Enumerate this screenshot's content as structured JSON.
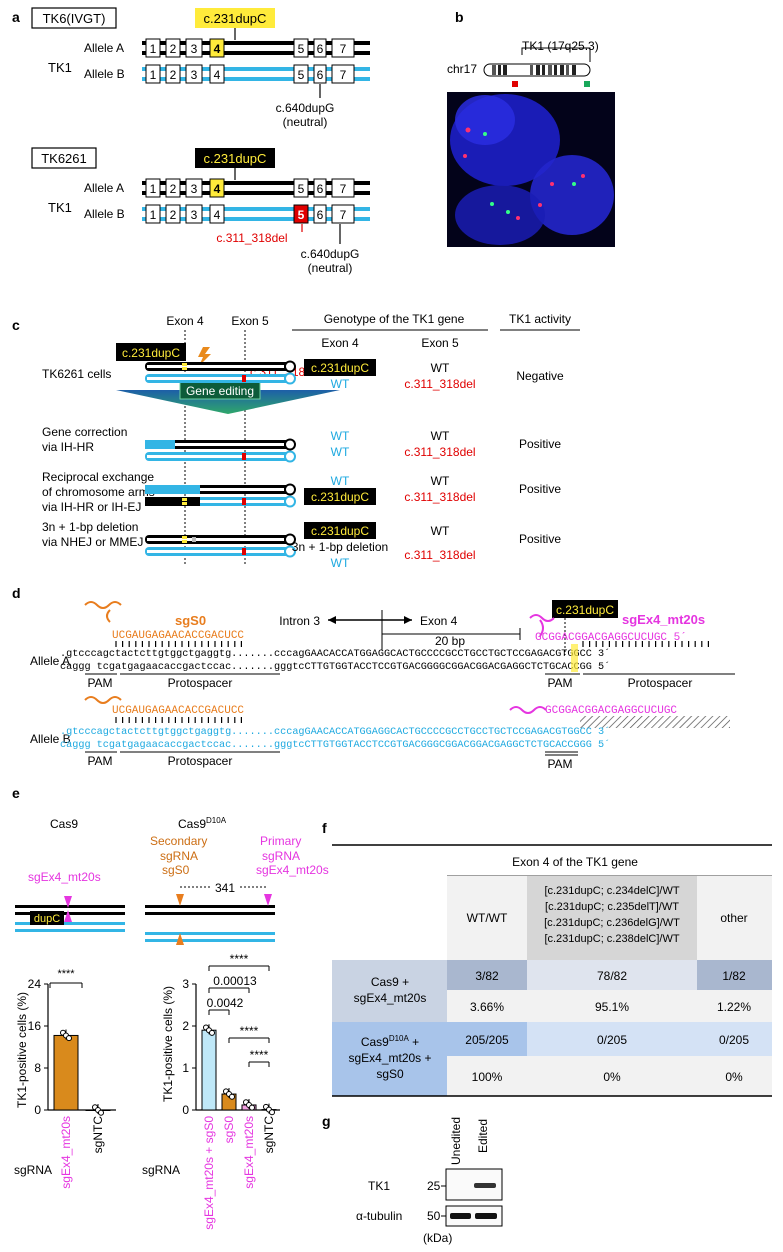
{
  "panels": {
    "a": "a",
    "b": "b",
    "c": "c",
    "d": "d",
    "e": "e",
    "f": "f",
    "g": "g"
  },
  "a": {
    "top": {
      "cell_line": "TK6(IVGT)",
      "mutation": "c.231dupC",
      "gene": "TK1",
      "allele_a": "Allele A",
      "allele_b": "Allele B",
      "neutral_mut": "c.640dupG",
      "neutral_note": "(neutral)",
      "exons": [
        "1",
        "2",
        "3",
        "4",
        "5",
        "6",
        "7"
      ]
    },
    "bottom": {
      "cell_line": "TK6261",
      "mutation": "c.231dupC",
      "gene": "TK1",
      "allele_a": "Allele A",
      "allele_b": "Allele B",
      "del_mut": "c.311_318del",
      "neutral_mut": "c.640dupG",
      "neutral_note": "(neutral)",
      "exons": [
        "1",
        "2",
        "3",
        "4",
        "5",
        "6",
        "7"
      ]
    }
  },
  "b": {
    "locus": "TK1 (17q25.3)",
    "chrom": "chr17"
  },
  "c": {
    "exon4": "Exon 4",
    "exon5": "Exon 5",
    "geno_header": "Genotype of the TK1 gene",
    "activity_header": "TK1 activity",
    "col_exon4": "Exon 4",
    "col_exon5": "Exon 5",
    "mut_label": "c.231dupC",
    "del_label": "c.311_318del",
    "gene_editing": "Gene editing",
    "rows": [
      {
        "label1": "TK6261 cells",
        "label2": "",
        "label3": "",
        "e4_top": "c.231dupC",
        "e4_bottom": "WT",
        "e5_top": "WT",
        "e5_bottom": "c.311_318del",
        "activity": "Negative"
      },
      {
        "label1": "Gene correction",
        "label2": "via IH-HR",
        "label3": "",
        "e4_top": "WT",
        "e4_bottom": "WT",
        "e5_top": "WT",
        "e5_bottom": "c.311_318del",
        "activity": "Positive"
      },
      {
        "label1": "Reciprocal exchange",
        "label2": "of chromosome arms",
        "label3": "via IH-HR or IH-EJ",
        "e4_top": "WT",
        "e4_bottom": "c.231dupC",
        "e5_top": "WT",
        "e5_bottom": "c.311_318del",
        "activity": "Positive"
      },
      {
        "label1": "3n + 1-bp deletion",
        "label2": "via NHEJ or MMEJ",
        "label3": "",
        "e4_top": "c.231dupC",
        "e4_mid": "3n + 1-bp deletion",
        "e4_bottom": "WT",
        "e5_top": "WT",
        "e5_bottom": "c.311_318del",
        "activity": "Positive"
      }
    ]
  },
  "d": {
    "sgS0": "sgS0",
    "intron": "Intron 3",
    "exon": "Exon 4",
    "dist": "20 bp",
    "mut": "c.231dupC",
    "sgEx4": "sgEx4_mt20s",
    "guide_s0": "UCGAUGAGAACACCGACUCC",
    "guide_ex4": "GCGGACGGACGAGGCUCUGC 5´",
    "guide_ex4_b": "GCGGACGGACGAGGCUCUGC",
    "allele_a": "Allele A",
    "allele_b": "Allele B",
    "a_top": ".gtcccagctactcttgtggctgaggtg.......cccagGAACACCATGGAGGCACTGCCCCGCCTGCCTGCTCCGAGACGTGGCC 3´",
    "a_bot": " caggg tcgatgagaacaccgactccac.......gggtcCTTGTGGTACCTCCGTGACGGGGCGGACGGACGAGGCTCTGCACCGG 5´",
    "b_top": ".gtcccagctactcttgtggctgaggtg.......cccagGAACACCATGGAGGCACTGCCCCGCCTGCCTGCTCCGAGACGTGGCC 3´",
    "b_bot": " caggg tcgatgagaacaccgactccac.......gggtcCTTGTGGTACCTCCGTGACGGGCGGACGGACGAGGCTCTGCACCGGG 5´",
    "pam": "PAM",
    "protospacer": "Protospacer"
  },
  "e": {
    "cas9": "Cas9",
    "cas9d10a": "Cas9",
    "cas9d10a_sup": "D10A",
    "sgEx4": "sgEx4_mt20s",
    "dup": "dupC",
    "secondary1": "Secondary",
    "secondary2": "sgRNA",
    "secondary3": "sgS0",
    "primary1": "Primary",
    "primary2": "sgRNA",
    "primary3": "sgEx4_mt20s",
    "dist": "341",
    "ylabel": "TK1-positive cells (%)",
    "sgrna": "sgRNA",
    "sig_left": "****",
    "sig_right": [
      "****",
      "0.00013",
      "0.0042",
      "****",
      "****"
    ]
  },
  "chart_data": [
    {
      "type": "bar",
      "categories": [
        "sgEx4_mt20s",
        "sgNTC"
      ],
      "values": [
        14.2,
        0.0
      ],
      "ylabel": "TK1-positive cells (%)",
      "ylim": [
        0,
        24
      ],
      "yticks": [
        "0",
        "8",
        "16",
        "24"
      ],
      "colors": [
        "#d98a1c",
        "#ffffff"
      ]
    },
    {
      "type": "bar",
      "categories": [
        "sgEx4_mt20s + sgS0",
        "sgS0",
        "sgEx4_mt20s",
        "sgNTC"
      ],
      "values": [
        1.9,
        0.38,
        0.12,
        0.01
      ],
      "ylabel": "TK1-positive cells (%)",
      "ylim": [
        0,
        3
      ],
      "yticks": [
        "0",
        "1",
        "2",
        "3"
      ],
      "colors": [
        "#bfe8f8",
        "#d98a1c",
        "#f0a0e0",
        "#ffffff"
      ]
    }
  ],
  "f": {
    "title": "Exon 4 of the TK1 gene",
    "col1": "WT/WT",
    "col2": [
      "[c.231dupC; c.234delC]/WT",
      "[c.231dupC; c.235delT]/WT",
      "[c.231dupC; c.236delG]/WT",
      "[c.231dupC; c.238delC]/WT"
    ],
    "col3": "other",
    "row1_label": [
      "Cas9 +",
      "sgEx4_mt20s"
    ],
    "row1": [
      "3/82",
      "78/82",
      "1/82"
    ],
    "row1_pct": [
      "3.66%",
      "95.1%",
      "1.22%"
    ],
    "row2_label": [
      "Cas9",
      "D10A",
      " +",
      "sgEx4_mt20s +",
      "sgS0"
    ],
    "row2": [
      "205/205",
      "0/205",
      "0/205"
    ],
    "row2_pct": [
      "100%",
      "0%",
      "0%"
    ]
  },
  "g": {
    "lanes": [
      "Unedited",
      "Edited"
    ],
    "tk1": "TK1",
    "tub": "α-tubulin",
    "m25": "25",
    "m50": "50",
    "kda": "(kDa)"
  }
}
